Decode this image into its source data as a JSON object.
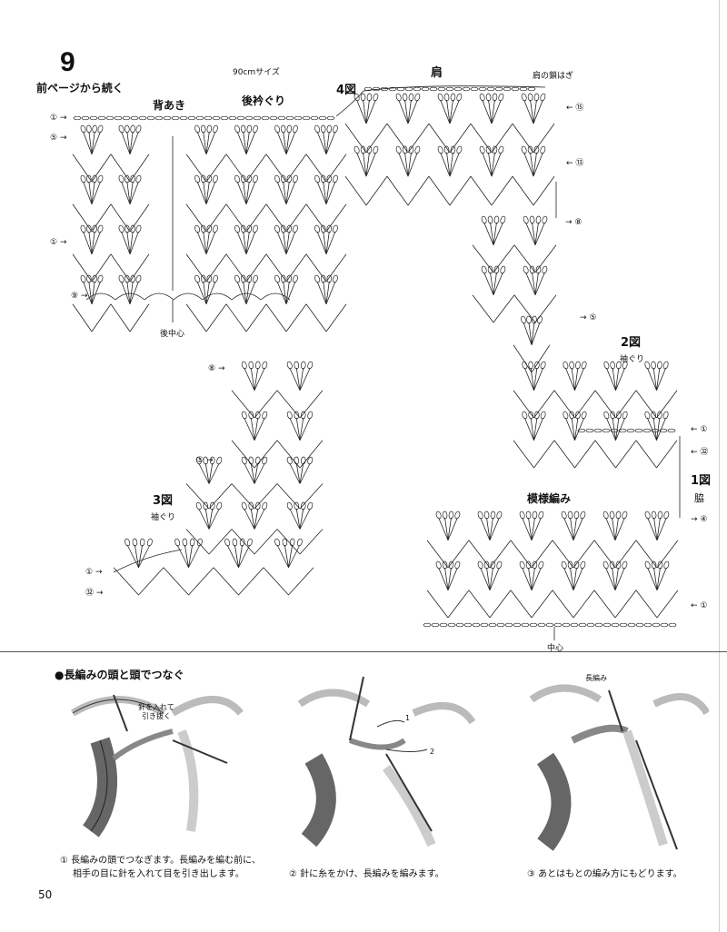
{
  "header": {
    "number": "9",
    "continued": "前ページから続く",
    "size": "90cmサイズ"
  },
  "figure4": {
    "label": "4図",
    "shoulder": "肩",
    "shoulder_note": "肩の鎖はぎ",
    "back_opening": "背あき",
    "back_neck": "後衿ぐり",
    "center_back": "後中心",
    "rows_left": [
      "①",
      "⑤",
      "①",
      "⑨"
    ],
    "rows_right": [
      "⑮",
      "⑬",
      "⑧"
    ]
  },
  "figure2": {
    "label": "2図",
    "sub": "袖ぐり",
    "rows": [
      "⑤",
      "①",
      "㉜"
    ]
  },
  "figure3": {
    "label": "3図",
    "sub": "袖ぐり",
    "rows": [
      "⑧",
      "⑤",
      "①",
      "㉜"
    ]
  },
  "figure1": {
    "label": "1図",
    "sub": "脇",
    "pattern": "模様編み",
    "center": "中心",
    "rows": [
      "④",
      "①"
    ]
  },
  "technique": {
    "title": "●長編みの頭と頭でつなぐ",
    "note1": "針を入れて",
    "note2": "引き抜く",
    "arrow1": "1",
    "arrow2": "2",
    "note3": "長編み",
    "caption1_line1": "① 長編みの頭でつなぎます。長編みを編む前に、",
    "caption1_line2": "相手の目に針を入れて目を引き出します。",
    "caption2": "② 針に糸をかけ、長編みを編みます。",
    "caption3": "③ あとはもとの編み方にもどります。"
  },
  "page_number": "50"
}
